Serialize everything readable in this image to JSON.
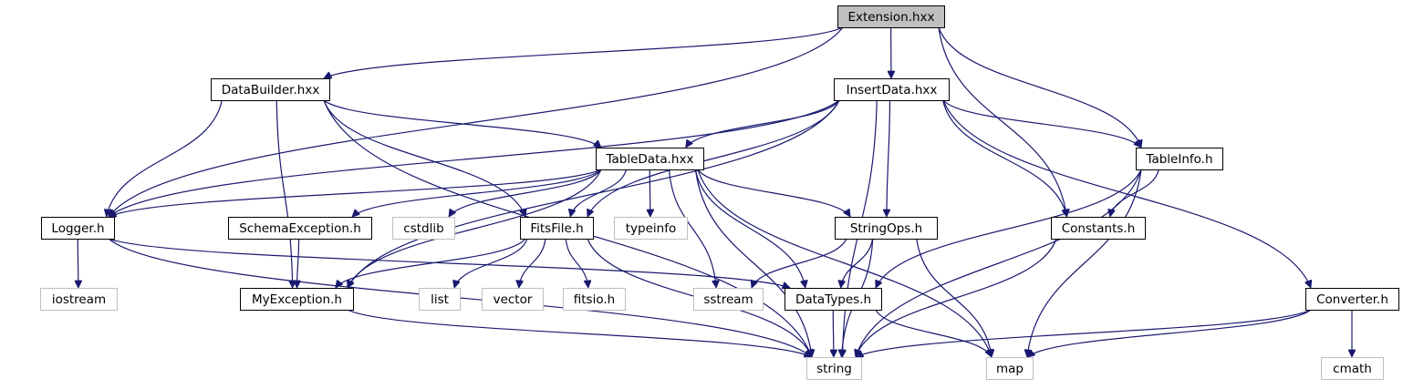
{
  "diagram": {
    "nodes": [
      {
        "id": "extension",
        "label": "Extension.hxx",
        "kind": "root"
      },
      {
        "id": "databuilder",
        "label": "DataBuilder.hxx",
        "kind": "header"
      },
      {
        "id": "insertdata",
        "label": "InsertData.hxx",
        "kind": "header"
      },
      {
        "id": "tabledata",
        "label": "TableData.hxx",
        "kind": "header"
      },
      {
        "id": "tableinfo",
        "label": "TableInfo.h",
        "kind": "header"
      },
      {
        "id": "logger",
        "label": "Logger.h",
        "kind": "header"
      },
      {
        "id": "schemaexception",
        "label": "SchemaException.h",
        "kind": "header"
      },
      {
        "id": "cstdlib",
        "label": "cstdlib",
        "kind": "system"
      },
      {
        "id": "fitsfile",
        "label": "FitsFile.h",
        "kind": "header"
      },
      {
        "id": "typeinfo",
        "label": "typeinfo",
        "kind": "system"
      },
      {
        "id": "stringops",
        "label": "StringOps.h",
        "kind": "header"
      },
      {
        "id": "constants",
        "label": "Constants.h",
        "kind": "header"
      },
      {
        "id": "iostream",
        "label": "iostream",
        "kind": "system"
      },
      {
        "id": "myexception",
        "label": "MyException.h",
        "kind": "header"
      },
      {
        "id": "list",
        "label": "list",
        "kind": "system"
      },
      {
        "id": "vector",
        "label": "vector",
        "kind": "system"
      },
      {
        "id": "fitsio",
        "label": "fitsio.h",
        "kind": "system"
      },
      {
        "id": "sstream",
        "label": "sstream",
        "kind": "system"
      },
      {
        "id": "datatypes",
        "label": "DataTypes.h",
        "kind": "header"
      },
      {
        "id": "converter",
        "label": "Converter.h",
        "kind": "header"
      },
      {
        "id": "string",
        "label": "string",
        "kind": "system"
      },
      {
        "id": "map",
        "label": "map",
        "kind": "system"
      },
      {
        "id": "cmath",
        "label": "cmath",
        "kind": "system"
      }
    ],
    "edges": [
      [
        "extension",
        "logger"
      ],
      [
        "extension",
        "databuilder"
      ],
      [
        "extension",
        "insertdata"
      ],
      [
        "extension",
        "constants"
      ],
      [
        "extension",
        "tableinfo"
      ],
      [
        "databuilder",
        "logger"
      ],
      [
        "databuilder",
        "tabledata"
      ],
      [
        "databuilder",
        "fitsfile"
      ],
      [
        "databuilder",
        "myexception"
      ],
      [
        "databuilder",
        "string"
      ],
      [
        "insertdata",
        "logger"
      ],
      [
        "insertdata",
        "tabledata"
      ],
      [
        "insertdata",
        "fitsfile"
      ],
      [
        "insertdata",
        "myexception"
      ],
      [
        "insertdata",
        "stringops"
      ],
      [
        "insertdata",
        "string"
      ],
      [
        "insertdata",
        "tableinfo"
      ],
      [
        "insertdata",
        "constants"
      ],
      [
        "insertdata",
        "converter"
      ],
      [
        "tabledata",
        "logger"
      ],
      [
        "tabledata",
        "schemaexception"
      ],
      [
        "tabledata",
        "cstdlib"
      ],
      [
        "tabledata",
        "fitsfile"
      ],
      [
        "tabledata",
        "typeinfo"
      ],
      [
        "tabledata",
        "stringops"
      ],
      [
        "tabledata",
        "myexception"
      ],
      [
        "tabledata",
        "sstream"
      ],
      [
        "tabledata",
        "datatypes"
      ],
      [
        "tabledata",
        "string"
      ],
      [
        "tabledata",
        "map"
      ],
      [
        "tableinfo",
        "constants"
      ],
      [
        "tableinfo",
        "datatypes"
      ],
      [
        "tableinfo",
        "string"
      ],
      [
        "tableinfo",
        "map"
      ],
      [
        "logger",
        "iostream"
      ],
      [
        "logger",
        "datatypes"
      ],
      [
        "logger",
        "string"
      ],
      [
        "schemaexception",
        "myexception"
      ],
      [
        "fitsfile",
        "myexception"
      ],
      [
        "fitsfile",
        "list"
      ],
      [
        "fitsfile",
        "vector"
      ],
      [
        "fitsfile",
        "fitsio"
      ],
      [
        "fitsfile",
        "string"
      ],
      [
        "stringops",
        "sstream"
      ],
      [
        "stringops",
        "datatypes"
      ],
      [
        "stringops",
        "string"
      ],
      [
        "stringops",
        "map"
      ],
      [
        "constants",
        "string"
      ],
      [
        "myexception",
        "string"
      ],
      [
        "datatypes",
        "string"
      ],
      [
        "datatypes",
        "map"
      ],
      [
        "converter",
        "string"
      ],
      [
        "converter",
        "map"
      ],
      [
        "converter",
        "cmath"
      ]
    ]
  }
}
